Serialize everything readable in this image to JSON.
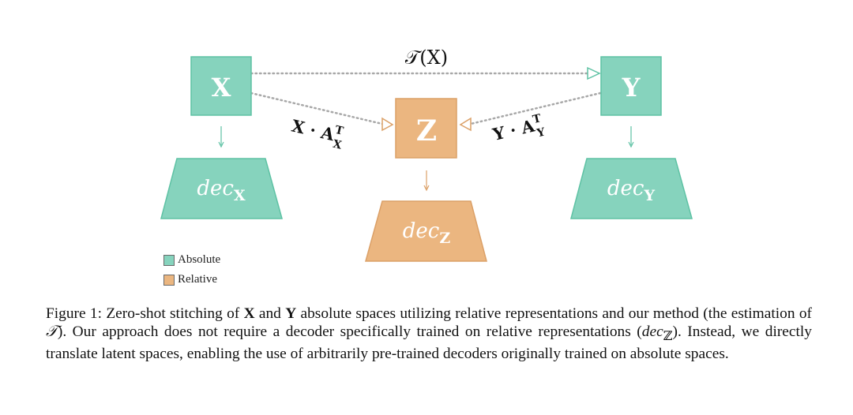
{
  "figure": {
    "top_label": "𝒯(X)",
    "nodes": {
      "x": {
        "label": "X"
      },
      "y": {
        "label": "Y"
      },
      "z": {
        "label": "Z"
      }
    },
    "decoders": {
      "x": {
        "text": "dec",
        "sub": "X"
      },
      "y": {
        "text": "dec",
        "sub": "Y"
      },
      "z": {
        "text": "dec",
        "sub": "Z"
      }
    },
    "edge_labels": {
      "left": {
        "base": "X · A",
        "sup": "T",
        "sub": "X"
      },
      "right": {
        "base": "Y · A",
        "sup": "T",
        "sub": "Y"
      }
    },
    "colors": {
      "absolute": "#86d3bd",
      "relative": "#ebb680",
      "absolute_edge": "#5ec2a4",
      "relative_edge": "#dba067"
    }
  },
  "legend": {
    "absolute": "Absolute",
    "relative": "Relative"
  },
  "caption": {
    "prefix": "Figure 1:",
    "t1": " Zero-shot stitching of ",
    "b1": "X",
    "t2": " and ",
    "b2": "Y",
    "t3": " absolute spaces utilizing relative representations and our method (the estimation of ",
    "i1": "𝒯",
    "t4": "). Our approach does not require a decoder specifically trained on relative representations (",
    "i2": "dec",
    "sub2": "ℤ",
    "t5": "). Instead, we directly translate latent spaces, enabling the use of arbitrarily pre-trained decoders originally trained on absolute spaces."
  }
}
